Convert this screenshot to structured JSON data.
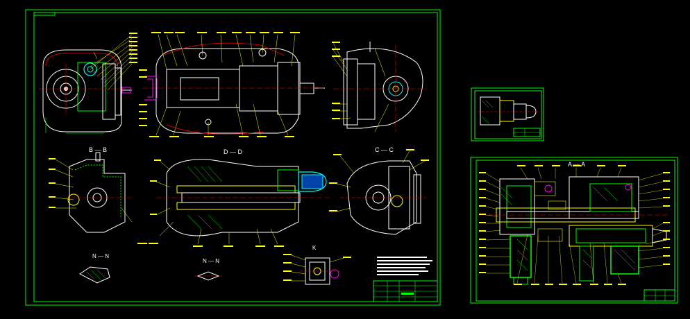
{
  "canvas": {
    "background": "#000000"
  },
  "colors": {
    "frame": "#00ff00",
    "outline": "#ffffff",
    "leader": "#ffff00",
    "center": "#ff0000",
    "hatch": "#00ff00",
    "accent_cyan": "#00ffff",
    "accent_magenta": "#ff00ff"
  },
  "sheets": {
    "main": {
      "view_labels": {
        "bb": "B — B",
        "dd": "D — D",
        "cc": "C — C",
        "nn_left": "N — N",
        "nn_mid": "N — N",
        "k": "K"
      }
    },
    "small": {},
    "section": {
      "view_labels": {
        "aa": "A — A"
      }
    }
  }
}
